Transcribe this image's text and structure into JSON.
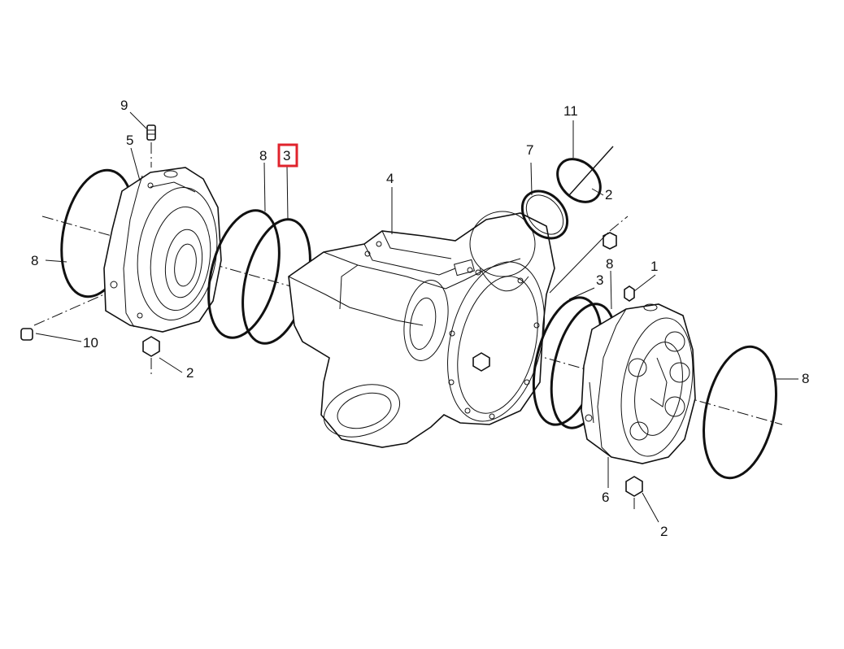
{
  "labels": {
    "l9": "9",
    "l5": "5",
    "l8_left": "8",
    "l10": "10",
    "l2_left": "2",
    "l8_top": "8",
    "l3_top": "3",
    "l4": "4",
    "l7": "7",
    "l11": "11",
    "l2_topright": "2",
    "l8_mid": "8",
    "l1": "1",
    "l3_mid": "3",
    "l8_right": "8",
    "l6": "6",
    "l2_bottom": "2"
  },
  "highlight": {
    "label_key": "l3_top",
    "color": "#e0232c"
  },
  "colors": {
    "line": "#111111",
    "background": "#ffffff"
  }
}
